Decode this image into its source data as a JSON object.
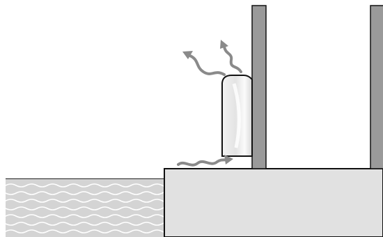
{
  "colors": {
    "background": "#ffffff",
    "outline": "#111111",
    "water_fill": "#d4d4d4",
    "wave_line": "#ffffff",
    "floor_fill": "#e1e1e1",
    "wall_fill": "#9a9a9a",
    "heater_fill": "#eeeeee",
    "heater_highlight": "#ffffff",
    "airflow_arrow": "#8a8a8a"
  },
  "icons": {
    "water": "water-waves",
    "heater": "wall-heater",
    "airflow": "wavy-arrow"
  }
}
